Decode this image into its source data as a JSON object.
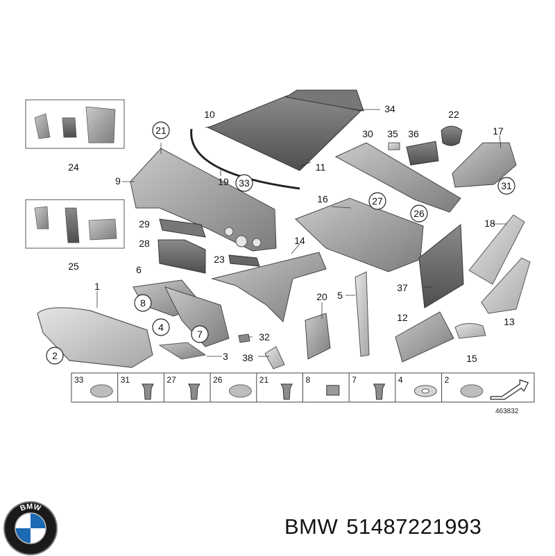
{
  "diagram": {
    "reference_number": "463832",
    "callouts": [
      {
        "id": "1",
        "label": "1"
      },
      {
        "id": "2",
        "label": "2"
      },
      {
        "id": "3",
        "label": "3"
      },
      {
        "id": "4",
        "label": "4"
      },
      {
        "id": "5",
        "label": "5"
      },
      {
        "id": "6",
        "label": "6"
      },
      {
        "id": "7",
        "label": "7"
      },
      {
        "id": "8",
        "label": "8"
      },
      {
        "id": "9",
        "label": "9"
      },
      {
        "id": "10",
        "label": "10"
      },
      {
        "id": "11",
        "label": "11"
      },
      {
        "id": "12",
        "label": "12"
      },
      {
        "id": "13",
        "label": "13"
      },
      {
        "id": "14",
        "label": "14"
      },
      {
        "id": "15",
        "label": "15"
      },
      {
        "id": "16",
        "label": "16"
      },
      {
        "id": "17",
        "label": "17"
      },
      {
        "id": "18",
        "label": "18"
      },
      {
        "id": "19",
        "label": "19"
      },
      {
        "id": "20",
        "label": "20"
      },
      {
        "id": "21",
        "label": "21"
      },
      {
        "id": "22",
        "label": "22"
      },
      {
        "id": "23",
        "label": "23"
      },
      {
        "id": "24",
        "label": "24"
      },
      {
        "id": "25",
        "label": "25"
      },
      {
        "id": "26",
        "label": "26"
      },
      {
        "id": "27",
        "label": "27"
      },
      {
        "id": "28",
        "label": "28"
      },
      {
        "id": "29",
        "label": "29"
      },
      {
        "id": "30",
        "label": "30"
      },
      {
        "id": "31",
        "label": "31"
      },
      {
        "id": "32",
        "label": "32"
      },
      {
        "id": "33",
        "label": "33"
      },
      {
        "id": "34",
        "label": "34"
      },
      {
        "id": "35",
        "label": "35"
      },
      {
        "id": "36",
        "label": "36"
      },
      {
        "id": "37",
        "label": "37"
      },
      {
        "id": "38",
        "label": "38"
      }
    ],
    "legend": [
      "33",
      "31",
      "27",
      "26",
      "21",
      "8",
      "7",
      "4",
      "2"
    ]
  },
  "brand": {
    "name": "BMW",
    "part_number": "51487221993",
    "logo_text": "BMW"
  }
}
